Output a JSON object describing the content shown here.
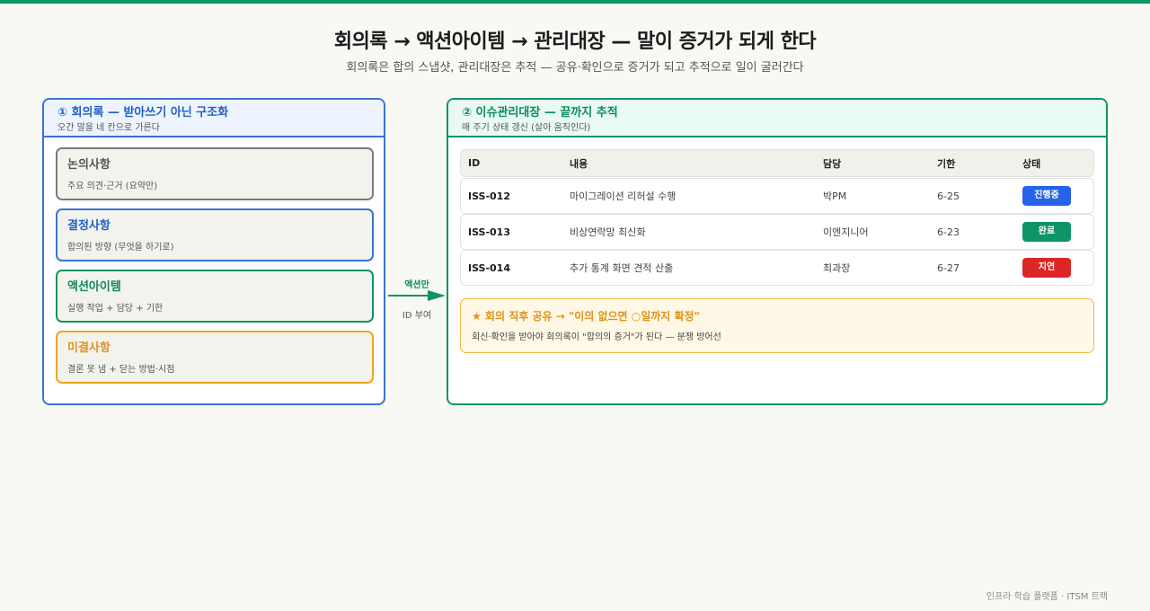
{
  "title": "회의록 → 액션아이템 → 관리대장 — 말이 증거가 되게 한다",
  "subtitle": "회의록은 합의 스냅샷, 관리대장은 추적 — 공유·확인으로 증거가 되고 추적으로 일이 굴러간다",
  "left_panel": {
    "title": "① 회의록 — 받아쓰기 아닌 구조화",
    "subtitle": "오간 말을 네 칸으로 가른다",
    "cards": [
      {
        "title": "논의사항",
        "desc": "주요 의견·근거 (요약만)"
      },
      {
        "title": "결정사항",
        "desc": "합의된 방향 (무엇을 하기로)"
      },
      {
        "title": "액션아이템",
        "desc": "실행 작업 + 담당 + 기한"
      },
      {
        "title": "미결사항",
        "desc": "결론 못 냄 + 닫는 방법·시점"
      }
    ]
  },
  "arrow": {
    "top_label": "액션만",
    "bottom_label": "ID 부여"
  },
  "right_panel": {
    "title": "② 이슈관리대장 — 끝까지 추적",
    "subtitle": "매 주기 상태 갱신 (살아 움직인다)",
    "columns": [
      "ID",
      "내용",
      "담당",
      "기한",
      "상태"
    ],
    "rows": [
      {
        "id": "ISS-012",
        "content": "마이그레이션 리허설 수행",
        "owner": "박PM",
        "due": "6-25",
        "status": "진행중",
        "status_color": "#2563eb"
      },
      {
        "id": "ISS-013",
        "content": "비상연락망 최신화",
        "owner": "이엔지니어",
        "due": "6-23",
        "status": "완료",
        "status_color": "#0f9466"
      },
      {
        "id": "ISS-014",
        "content": "추가 통계 화면 견적 산출",
        "owner": "최과장",
        "due": "6-27",
        "status": "지연",
        "status_color": "#dc2626"
      }
    ],
    "callout": {
      "title": "★ 회의 직후 공유 → \"이의 없으면 ○일까지 확정\"",
      "desc": "회신·확인을 받아야 회의록이 \"합의의 증거\"가 된다 — 분쟁 방어선"
    }
  },
  "footer": "인프라 학습 플랫폼 · ITSM 트랙",
  "colors": {
    "accent_green": "#0f9466",
    "accent_blue": "#3b73d0",
    "accent_orange": "#f0a524",
    "neutral_gray": "#7a7a7a"
  }
}
